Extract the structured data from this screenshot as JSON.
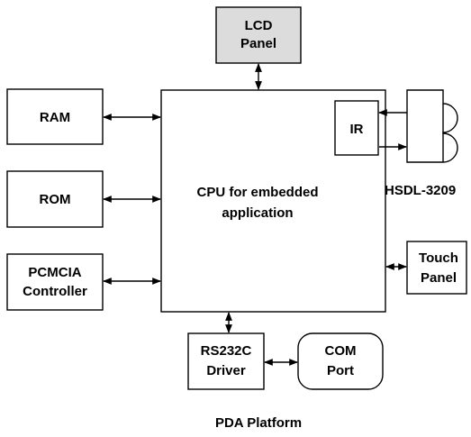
{
  "diagram": {
    "lcd_panel": {
      "line1": "LCD",
      "line2": "Panel",
      "fill": "#dcdcdc"
    },
    "ram": {
      "label": "RAM"
    },
    "rom": {
      "label": "ROM"
    },
    "pcmcia": {
      "line1": "PCMCIA",
      "line2": "Controller"
    },
    "cpu": {
      "line1": "CPU for embedded",
      "line2": "application"
    },
    "ir": {
      "label": "IR"
    },
    "transceiver": {
      "label": "HSDL-3209"
    },
    "touch_panel": {
      "line1": "Touch",
      "line2": "Panel"
    },
    "rs232": {
      "line1": "RS232C",
      "line2": "Driver"
    },
    "com_port": {
      "line1": "COM",
      "line2": "Port"
    },
    "caption": "PDA Platform"
  }
}
